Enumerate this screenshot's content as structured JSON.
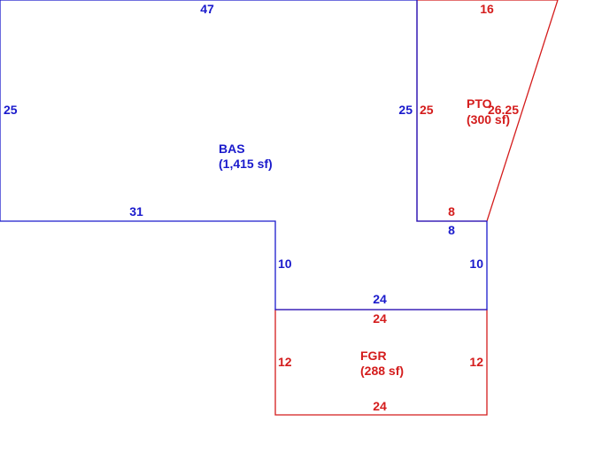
{
  "colors": {
    "bas": "#1a1acc",
    "pto": "#d41c1c",
    "fgr": "#d41c1c"
  },
  "bas": {
    "name": "BAS",
    "area": "(1,415 sf)",
    "dims": {
      "top": "47",
      "left": "25",
      "bottom_left": "31",
      "inner_right": "25",
      "step_top": "8",
      "right": "10",
      "inner_left": "10",
      "bottom": "24"
    }
  },
  "pto": {
    "name": "PTO",
    "area": "(300 sf)",
    "dims": {
      "top": "16",
      "left": "25",
      "diagonal": "26.25",
      "bottom": "8"
    }
  },
  "fgr": {
    "name": "FGR",
    "area": "(288 sf)",
    "dims": {
      "top": "24",
      "left": "12",
      "right": "12",
      "bottom": "24"
    }
  }
}
